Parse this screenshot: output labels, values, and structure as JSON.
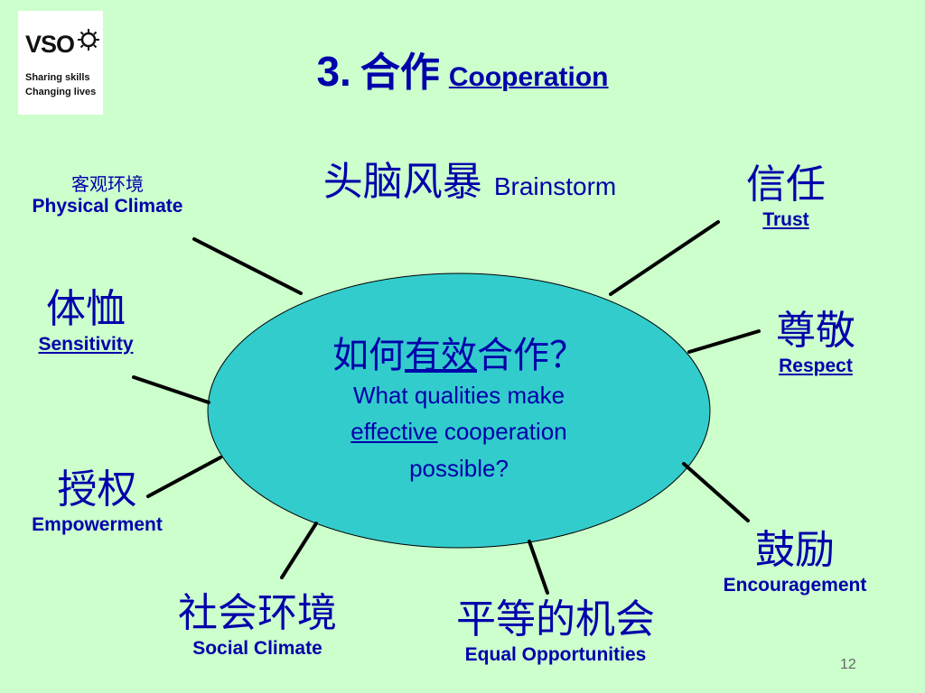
{
  "logo": {
    "word": "VSO",
    "tag_line1": "Sharing skills",
    "tag_line2": "Changing lives"
  },
  "title": {
    "number": "3.",
    "zh": "合作",
    "en": "Cooperation"
  },
  "center": {
    "zh_before": "如何",
    "zh_underlined": "有效",
    "zh_after": "合作？",
    "en_line1": "What qualities make",
    "en_underlined": "effective",
    "en_after": " cooperation",
    "en_line3": "possible?"
  },
  "nodes": {
    "brainstorm": {
      "zh": "头脑风暴",
      "en": "Brainstorm"
    },
    "trust": {
      "zh": "信任",
      "en": "Trust"
    },
    "respect": {
      "zh": "尊敬",
      "en": "Respect"
    },
    "encouragement": {
      "zh": "鼓励",
      "en": "Encouragement"
    },
    "equal": {
      "zh": "平等的机会",
      "en": "Equal Opportunities"
    },
    "social": {
      "zh": "社会环境",
      "en": "Social Climate"
    },
    "empowerment": {
      "zh": "授权",
      "en": "Empowerment"
    },
    "sensitivity": {
      "zh": "体恤",
      "en": "Sensitivity"
    },
    "physical": {
      "zh": "客观环境",
      "en": "Physical Climate"
    }
  },
  "colors": {
    "background": "#ccffcc",
    "ellipse": "#33cccc",
    "text": "#0000aa",
    "lines": "#000000"
  },
  "page_number": "12"
}
